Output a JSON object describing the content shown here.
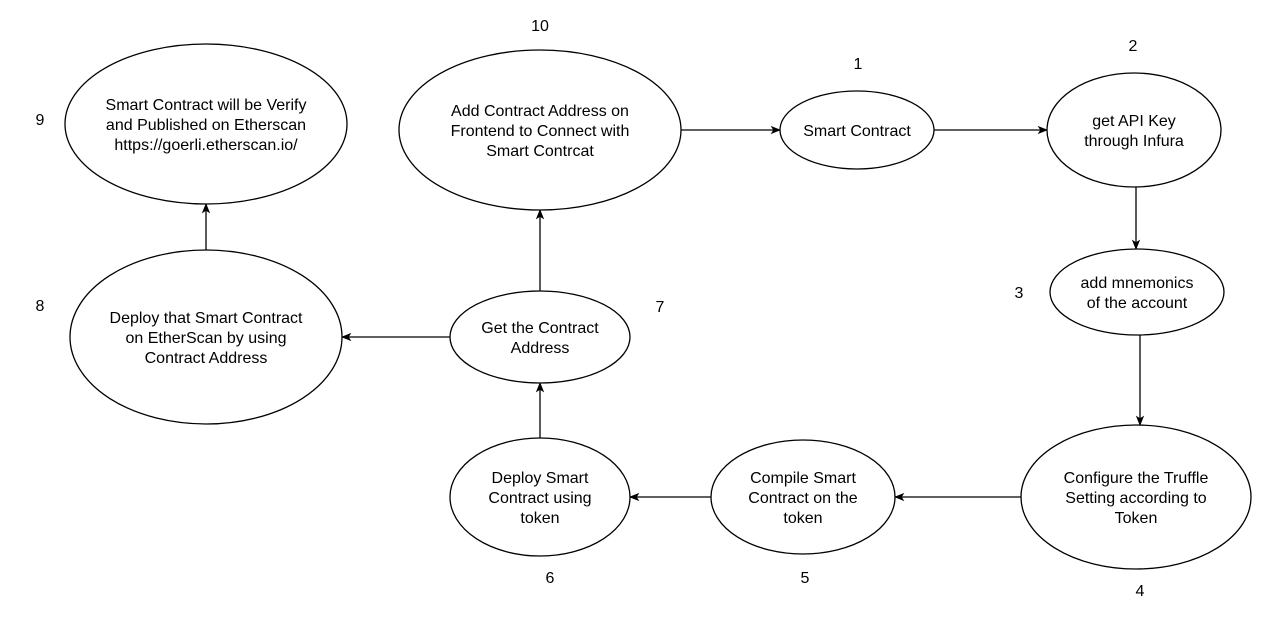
{
  "diagram": {
    "nodes": [
      {
        "id": "n1",
        "step": "1",
        "lines": [
          "Smart Contract"
        ]
      },
      {
        "id": "n2",
        "step": "2",
        "lines": [
          "get API Key",
          "through Infura"
        ]
      },
      {
        "id": "n3",
        "step": "3",
        "lines": [
          "add mnemonics",
          "of the account"
        ]
      },
      {
        "id": "n4",
        "step": "4",
        "lines": [
          "Configure the Truffle",
          "Setting according to",
          "Token"
        ]
      },
      {
        "id": "n5",
        "step": "5",
        "lines": [
          "Compile Smart",
          "Contract on the",
          "token"
        ]
      },
      {
        "id": "n6",
        "step": "6",
        "lines": [
          "Deploy Smart",
          "Contract using",
          "token"
        ]
      },
      {
        "id": "n7",
        "step": "7",
        "lines": [
          "Get the Contract",
          "Address"
        ]
      },
      {
        "id": "n8",
        "step": "8",
        "lines": [
          "Deploy that Smart Contract",
          "on EtherScan by using",
          "Contract Address"
        ]
      },
      {
        "id": "n9",
        "step": "9",
        "lines": [
          "Smart Contract will be Verify",
          "and Published on Etherscan",
          "https://goerli.etherscan.io/"
        ]
      },
      {
        "id": "n10",
        "step": "10",
        "lines": [
          "Add Contract Address on",
          "Frontend to Connect with",
          "Smart Contrcat"
        ]
      }
    ],
    "edges": [
      {
        "from": "n1",
        "to": "n2"
      },
      {
        "from": "n2",
        "to": "n3"
      },
      {
        "from": "n3",
        "to": "n4"
      },
      {
        "from": "n4",
        "to": "n5"
      },
      {
        "from": "n5",
        "to": "n6"
      },
      {
        "from": "n6",
        "to": "n7"
      },
      {
        "from": "n7",
        "to": "n8"
      },
      {
        "from": "n8",
        "to": "n9"
      },
      {
        "from": "n7",
        "to": "n10"
      },
      {
        "from": "n10",
        "to": "n1"
      }
    ]
  }
}
